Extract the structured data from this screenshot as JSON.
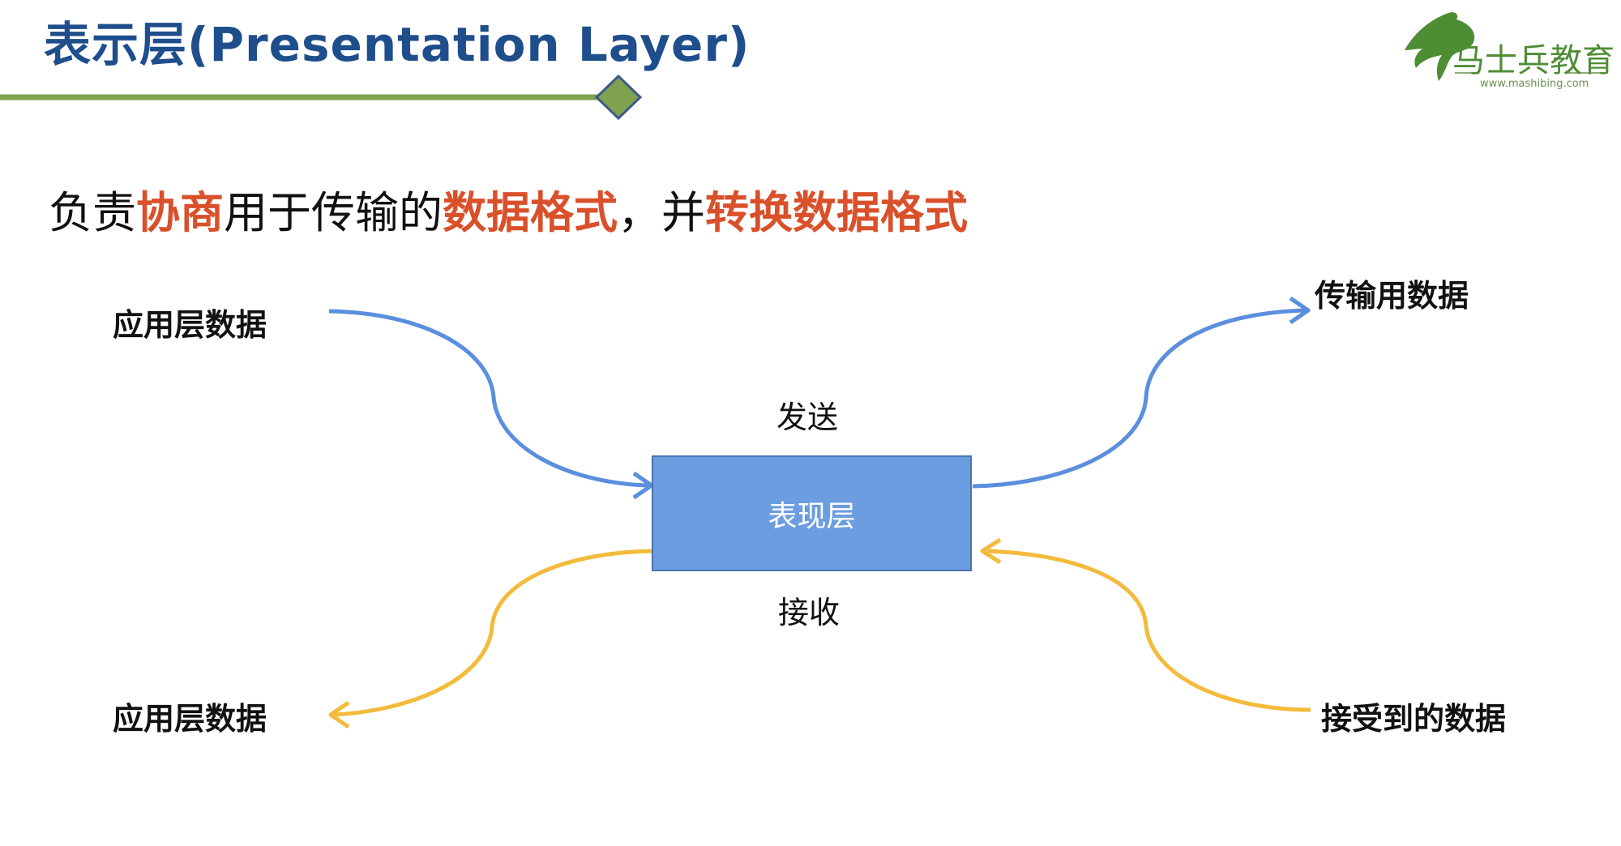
{
  "header": {
    "title": "表示层(Presentation Layer)",
    "accent_color": "#7ea24d",
    "title_color": "#1f4e8c"
  },
  "subtitle": {
    "p1": "负责",
    "h1": "协商",
    "p2": "用于传输的",
    "h2": "数据格式",
    "p3": "，并",
    "h3": "转换数据格式",
    "highlight_color": "#d9502a"
  },
  "diagram": {
    "center_label": "表现层",
    "send_label": "发送",
    "receive_label": "接收",
    "top_left_label": "应用层数据",
    "top_right_label": "传输用数据",
    "bottom_left_label": "应用层数据",
    "bottom_right_label": "接受到的数据",
    "send_color": "#5b8fde",
    "receive_color": "#f2bb3b",
    "box_color": "#6b9de0"
  },
  "logo": {
    "name": "马士兵教育",
    "url": "www.mashibing.com",
    "icon": "horse-head-icon"
  }
}
